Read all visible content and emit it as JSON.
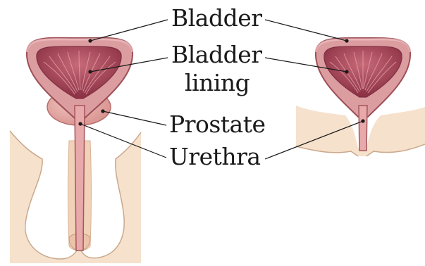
{
  "labels": {
    "bladder": "Bladder",
    "bladder_lining_line1": "Bladder",
    "bladder_lining_line2": "lining",
    "prostate": "Prostate",
    "urethra": "Urethra"
  },
  "colors": {
    "skin": "#f3dcc6",
    "skin_outline": "#c9a88c",
    "bladder_wall": "#d9959a",
    "bladder_outline": "#9b4f55",
    "lining": "#a8485a",
    "prostate": "#e2aba6",
    "urethra": "#e6a7a8",
    "leader_line": "#1a1a1a"
  }
}
